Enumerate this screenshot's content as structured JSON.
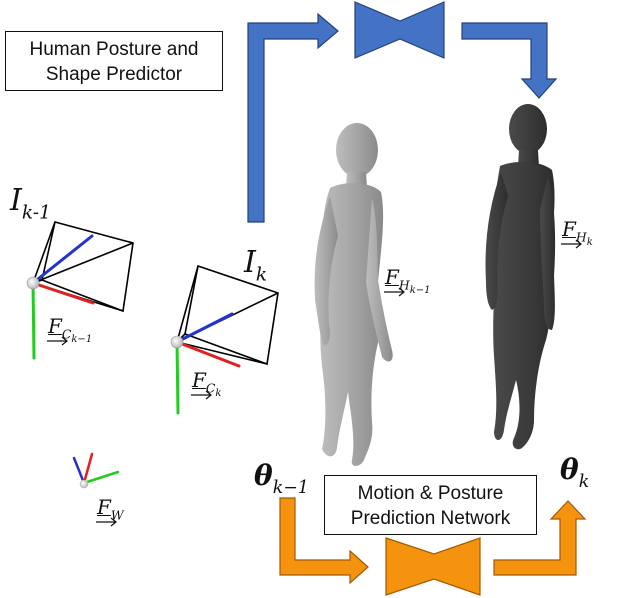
{
  "predictor_box": {
    "line1": "Human Posture and",
    "line2": "Shape Predictor"
  },
  "network_box": {
    "line1": "Motion & Posture",
    "line2": "Prediction Network"
  },
  "labels": {
    "image_prev": {
      "main": "I",
      "sub": "k-1"
    },
    "image_curr": {
      "main": "I",
      "sub": "k"
    },
    "cam_prev": {
      "main": "F",
      "sub": "C",
      "subsub": "k−1"
    },
    "cam_curr": {
      "main": "F",
      "sub": "C",
      "subsub": "k"
    },
    "human_prev": {
      "main": "F",
      "sub": "H",
      "subsub": "k−1"
    },
    "human_curr": {
      "main": "F",
      "sub": "H",
      "subsub": "k"
    },
    "world": {
      "main": "F",
      "sub": "W"
    },
    "theta_prev": {
      "main": "θ",
      "sub": "k−1"
    },
    "theta_curr": {
      "main": "θ",
      "sub": "k"
    }
  },
  "colors": {
    "predictor_flow": "#4472c4",
    "network_flow": "#f5930f",
    "human_prev_mesh": "#a6a6a6",
    "human_curr_mesh": "#3d3d3d",
    "axis_x": "#e02020",
    "axis_y": "#22cc22",
    "axis_z": "#2233cc"
  },
  "icons": [
    "bowtie-network-icon",
    "camera-frustum-icon",
    "human-mesh-icon",
    "axis-triad-icon"
  ]
}
